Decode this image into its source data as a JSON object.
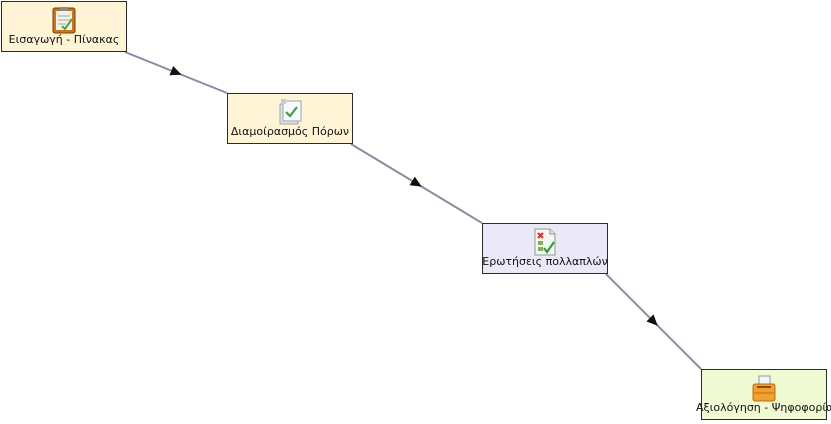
{
  "colors": {
    "content_fill": "#fff4d6",
    "forum_fill": "#ebe9f8",
    "vote_fill": "#f0fbd4",
    "edge": "#8c8ca3",
    "arrow": "#111111"
  },
  "nodes": [
    {
      "label": "Εισαγωγή - Πίνακας",
      "icon": "noticeboard-icon",
      "fill": "#fff4d6"
    },
    {
      "label": "Διαμοίρασμός Πόρων",
      "icon": "share-resources-icon",
      "fill": "#fff4d6"
    },
    {
      "label": "Ερωτήσεις πολλαπλών",
      "icon": "multiple-choice-icon",
      "fill": "#ebe9f8"
    },
    {
      "label": "Αξιολόγηση - Ψηφοφορία",
      "icon": "ballot-box-icon",
      "fill": "#f0fbd4"
    }
  ],
  "edges": [
    {
      "from": 0,
      "to": 1
    },
    {
      "from": 1,
      "to": 2
    },
    {
      "from": 2,
      "to": 3
    }
  ]
}
